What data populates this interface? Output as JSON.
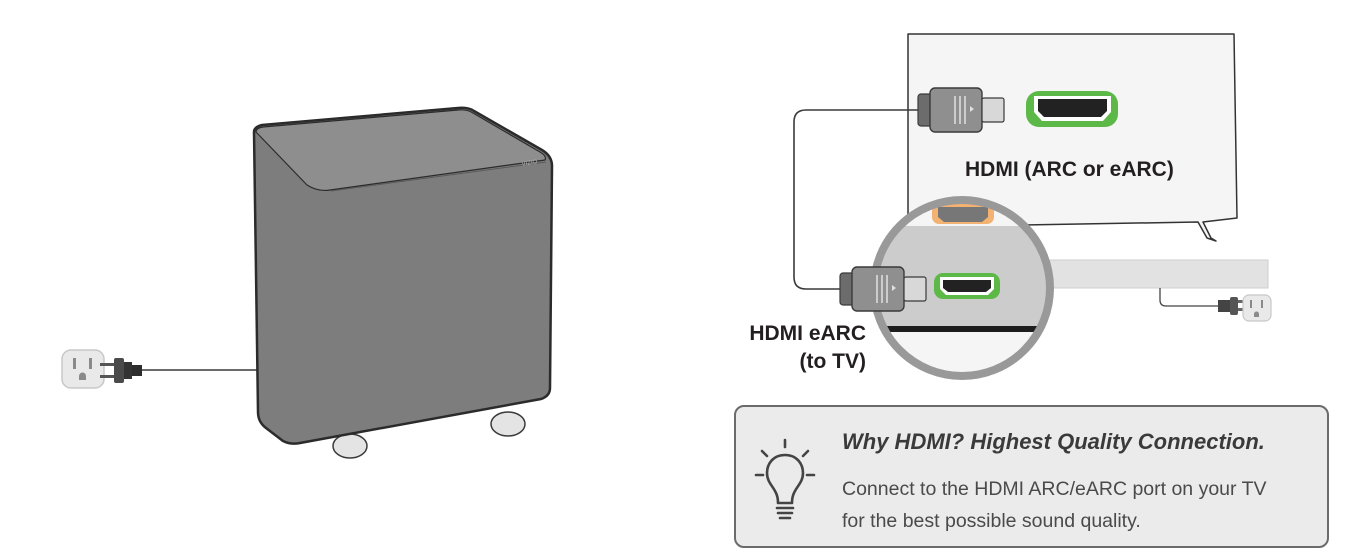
{
  "labels": {
    "tv_port": "HDMI (ARC or eARC)",
    "earc_line1": "HDMI eARC",
    "earc_line2": "(to TV)"
  },
  "subwoofer": {
    "brand_mark": "VIZIO"
  },
  "tip": {
    "icon": "lightbulb-icon",
    "title": "Why HDMI? Highest Quality Connection.",
    "body_line1": "Connect to the HDMI ARC/eARC port on your TV",
    "body_line2": "for the best possible sound quality."
  },
  "colors": {
    "highlight_port": "#5db947",
    "arc_port_glow": "#f2a65a",
    "device_gray": "#7d7d7d",
    "tip_background": "#ebebeb",
    "tip_border": "#6b6b6b"
  }
}
